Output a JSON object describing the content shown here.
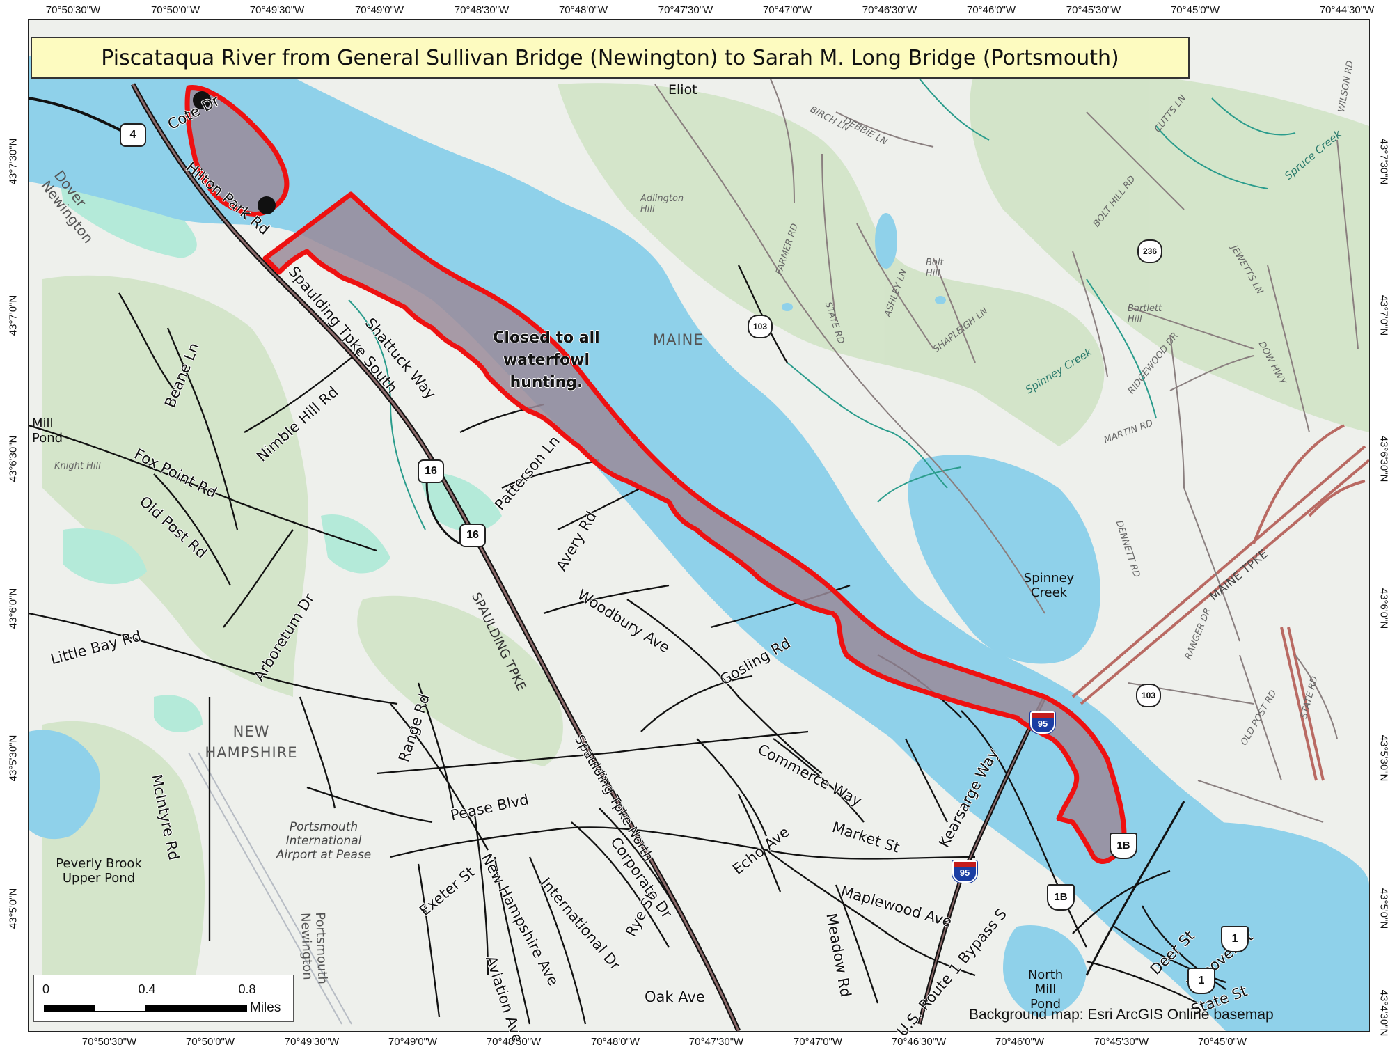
{
  "title": "Piscataqua River from General Sullivan Bridge (Newington) to Sarah M. Long Bridge (Portsmouth)",
  "colors": {
    "water": "#8fd1ea",
    "land": "#eef0ec",
    "forest": "#cfe3c4",
    "wetland": "#b4ead9",
    "closed_area_border": "#ee1111",
    "closed_area_fill": "#9a8b9a",
    "road": "#111111",
    "turnpike": "#b96a63",
    "title_bg": "#fdfbc0"
  },
  "longitude_ticks": [
    "70°50'30\"W",
    "70°50'0\"W",
    "70°49'30\"W",
    "70°49'0\"W",
    "70°48'30\"W",
    "70°48'0\"W",
    "70°47'30\"W",
    "70°47'0\"W",
    "70°46'30\"W",
    "70°46'0\"W",
    "70°45'30\"W",
    "70°45'0\"W",
    "70°44'30\"W"
  ],
  "latitude_ticks": [
    "43°7'30\"N",
    "43°7'0\"N",
    "43°6'30\"N",
    "43°6'0\"N",
    "43°5'30\"N",
    "43°5'0\"N",
    "43°4'30\"N"
  ],
  "closed_area_label": "Closed to all waterfowl hunting.",
  "states": {
    "maine": "MAINE",
    "new_hampshire": "NEW HAMPSHIRE"
  },
  "places": {
    "eliot": "Eliot",
    "mill_pond": "Mill Pond",
    "spinney_creek": "Spinney Creek",
    "north_mill_pond": "North Mill Pond",
    "peverly_brook": "Peverly Brook Upper Pond",
    "airport": "Portsmouth International Airport at Pease",
    "dover_newington": "Dover Newington",
    "portsmouth_newington": "Portsmouth Newington",
    "knight_hill": "Knight Hill",
    "adlington_hill": "Adlington Hill",
    "bolt_hill": "Bolt Hill",
    "bartlett_hill": "Bartlett Hill"
  },
  "roads": {
    "cote_dr": "Cote Dr",
    "hilton_park_rd": "Hilton Park Rd",
    "spaulding_tpke_south": "Spaulding Tpke South",
    "spaulding_tpke_north": "Spaulding Tpke North",
    "spaulding_tpke": "SPAULDING TPKE",
    "shattuck_way": "Shattuck Way",
    "beane_ln": "Beane Ln",
    "nimble_hill_rd": "Nimble Hill Rd",
    "fox_point_rd": "Fox Point Rd",
    "old_post_rd": "Old Post Rd",
    "patterson_ln": "Patterson Ln",
    "avery_rd": "Avery Rd",
    "woodbury_ave": "Woodbury Ave",
    "arboretum_dr": "Arboretum Dr",
    "little_bay_rd": "Little Bay Rd",
    "gosling_rd": "Gosling Rd",
    "range_rd": "Range Rd",
    "commerce_way": "Commerce Way",
    "kearsarge_way": "Kearsarge Way",
    "pease_blvd": "Pease Blvd",
    "market_st": "Market St",
    "echo_ave": "Echo Ave",
    "maplewood_ave": "Maplewood Ave",
    "mcintyre_rd": "McIntyre Rd",
    "exeter_st": "Exeter St",
    "new_hampshire_ave": "New Hampshire Ave",
    "international_dr": "International Dr",
    "corporate_dr": "Corporate Dr",
    "rye_st": "Rye St",
    "aviation_ave": "Aviation Ave",
    "oak_ave": "Oak Ave",
    "meadow_rd": "Meadow Rd",
    "us_route_1_bypass": "U.S. Route 1 Bypass S",
    "deer_st": "Deer St",
    "hanover_st": "Hanover St",
    "state_st": "State St",
    "farmer_rd": "FARMER RD",
    "state_rd_me": "STATE RD",
    "ashley_ln": "ASHLEY LN",
    "shapleigh_ln": "SHAPLEIGH LN",
    "maine_tpke": "MAINE TPKE",
    "bolt_hill_rd": "BOLT HILL RD",
    "cutts_ln": "CUTTS LN",
    "wilson_rd": "WILSON RD",
    "jewetts_ln": "JEWETTS LN",
    "dow_hwy": "DOW HWY",
    "ridgewood_dr": "RIDGEWOOD DR",
    "martin_rd": "MARTIN RD",
    "dennett_rd": "DENNETT RD",
    "ranger_dr": "RANGER DR",
    "old_post_rd_me": "OLD POST RD",
    "state_rd_2": "STATE RD",
    "debbie_ln": "DEBBIE LN",
    "birch_ln": "BIRCH LN",
    "spinney_creek_stream": "Spinney Creek",
    "spruce_creek": "Spruce Creek"
  },
  "shields": {
    "nh4": "4",
    "nh16a": "16",
    "nh16b": "16",
    "i95a": "95",
    "i95b": "95",
    "us1a": "1",
    "us1b": "1",
    "exit1b_a": "1B",
    "exit1b_b": "1B",
    "me103a": "103",
    "me103b": "103",
    "me236": "236"
  },
  "scale_bar": {
    "ticks": [
      "0",
      "0.4",
      "0.8"
    ],
    "unit": "Miles"
  },
  "credit": "Background map: Esri ArcGIS Online basemap"
}
